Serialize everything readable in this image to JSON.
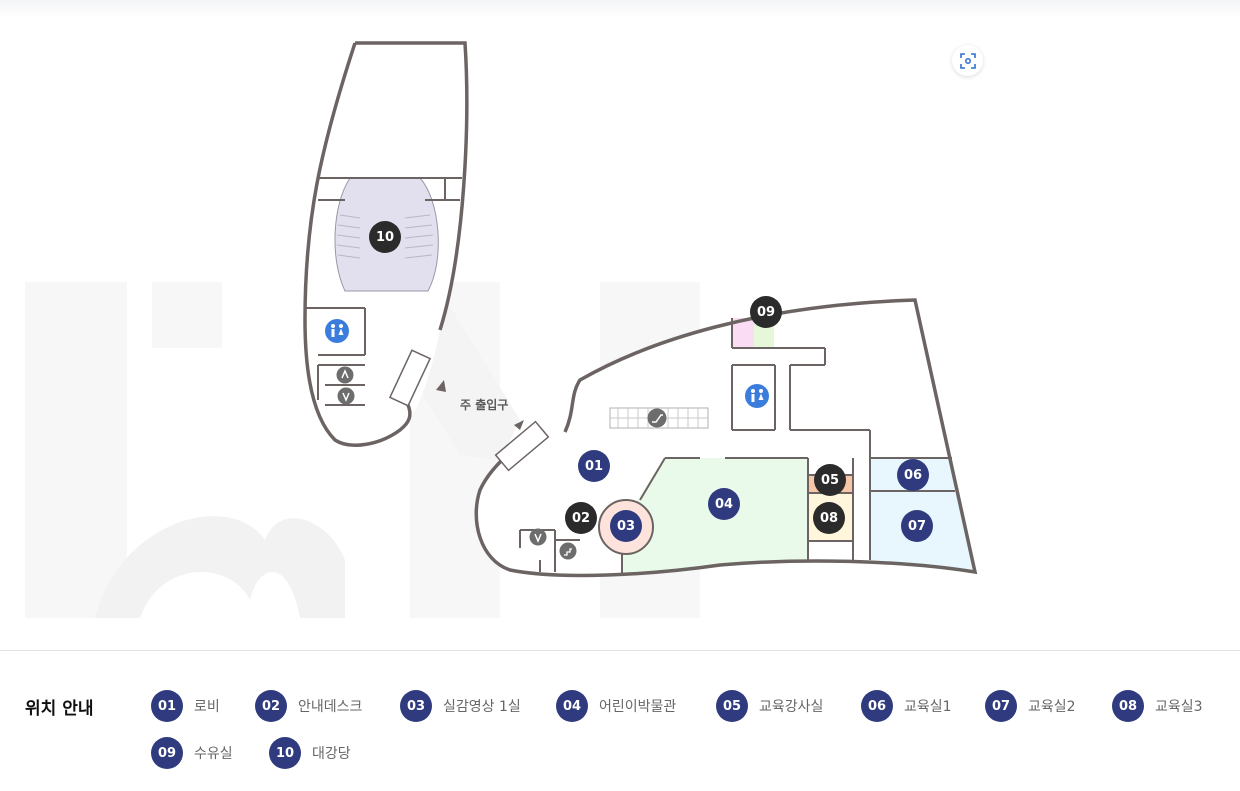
{
  "map": {
    "entrance_label": "주 출입구",
    "zoom_button": "focus-zoom",
    "pins": [
      {
        "id": "01",
        "label": "01",
        "style": "navy"
      },
      {
        "id": "02",
        "label": "02",
        "style": "dark"
      },
      {
        "id": "03",
        "label": "03",
        "style": "navy"
      },
      {
        "id": "04",
        "label": "04",
        "style": "navy"
      },
      {
        "id": "05",
        "label": "05",
        "style": "dark"
      },
      {
        "id": "06",
        "label": "06",
        "style": "navy"
      },
      {
        "id": "07",
        "label": "07",
        "style": "navy"
      },
      {
        "id": "08",
        "label": "08",
        "style": "dark"
      },
      {
        "id": "09",
        "label": "09",
        "style": "dark"
      },
      {
        "id": "10",
        "label": "10",
        "style": "dark"
      }
    ],
    "colors": {
      "wall": "#6b6462",
      "pin_dark": "#2b2b2b",
      "pin_navy": "#2f3b7e",
      "auditorium": "#e2e0ee",
      "museum": "#eafaea",
      "classroom": "#e8f6fd",
      "restroom_icon": "#3b7ddd"
    }
  },
  "legend": {
    "title": "위치 안내",
    "items": [
      {
        "num": "01",
        "label": "로비"
      },
      {
        "num": "02",
        "label": "안내데스크"
      },
      {
        "num": "03",
        "label": "실감영상 1실"
      },
      {
        "num": "04",
        "label": "어린이박물관"
      },
      {
        "num": "05",
        "label": "교육강사실"
      },
      {
        "num": "06",
        "label": "교육실1"
      },
      {
        "num": "07",
        "label": "교육실2"
      },
      {
        "num": "08",
        "label": "교육실3"
      },
      {
        "num": "09",
        "label": "수유실"
      },
      {
        "num": "10",
        "label": "대강당"
      }
    ]
  }
}
